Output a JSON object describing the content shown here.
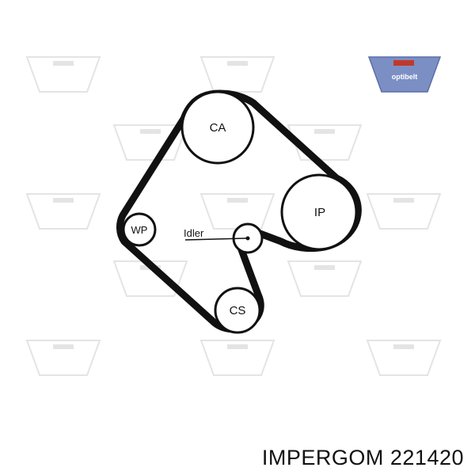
{
  "watermark": {
    "brand": "optibelt",
    "logo_color": "#7b8fc4",
    "faint_color": "#e4e4e4"
  },
  "diagram": {
    "pulleys": {
      "ca": "CA",
      "ip": "IP",
      "wp": "WP",
      "cs": "CS"
    },
    "idler_label": "Idler",
    "belt_color": "#111111"
  },
  "caption": "IMPERGOM 221420"
}
